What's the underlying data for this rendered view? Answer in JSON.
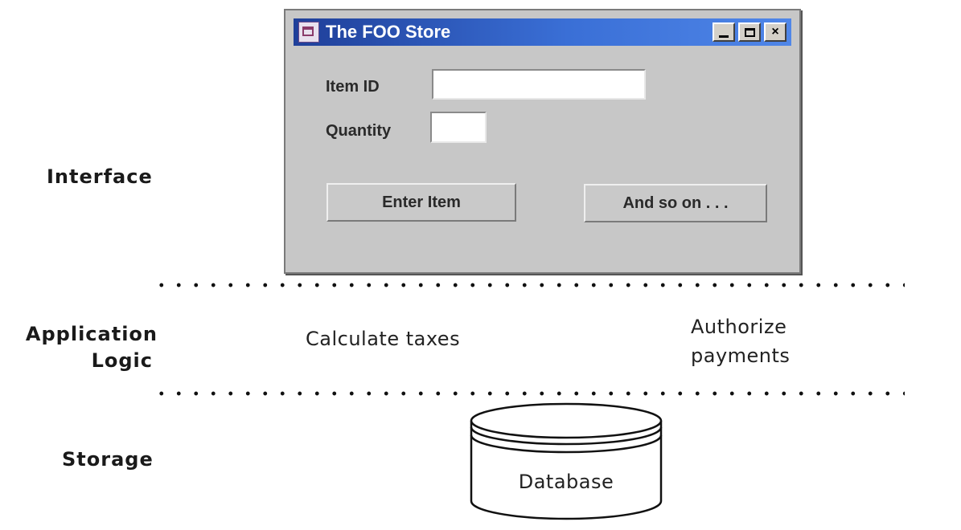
{
  "layers": {
    "interface": "Interface",
    "application_logic": [
      "Application",
      "Logic"
    ],
    "storage": "Storage"
  },
  "window": {
    "title": "The FOO Store",
    "controls": {
      "minimize": "minimize-icon",
      "maximize": "maximize-icon",
      "close": "×"
    },
    "fields": {
      "item_id_label": "Item ID",
      "item_id_value": "",
      "quantity_label": "Quantity",
      "quantity_value": ""
    },
    "buttons": {
      "enter_item": "Enter Item",
      "and_so_on": "And so on . . ."
    }
  },
  "application_logic": {
    "calculate_taxes": "Calculate taxes",
    "authorize_payments": [
      "Authorize",
      "payments"
    ]
  },
  "storage": {
    "database": "Database"
  },
  "colors": {
    "titlebar_start": "#1f3f99",
    "titlebar_end": "#4f86e8",
    "window_bg": "#c7c7c7"
  }
}
